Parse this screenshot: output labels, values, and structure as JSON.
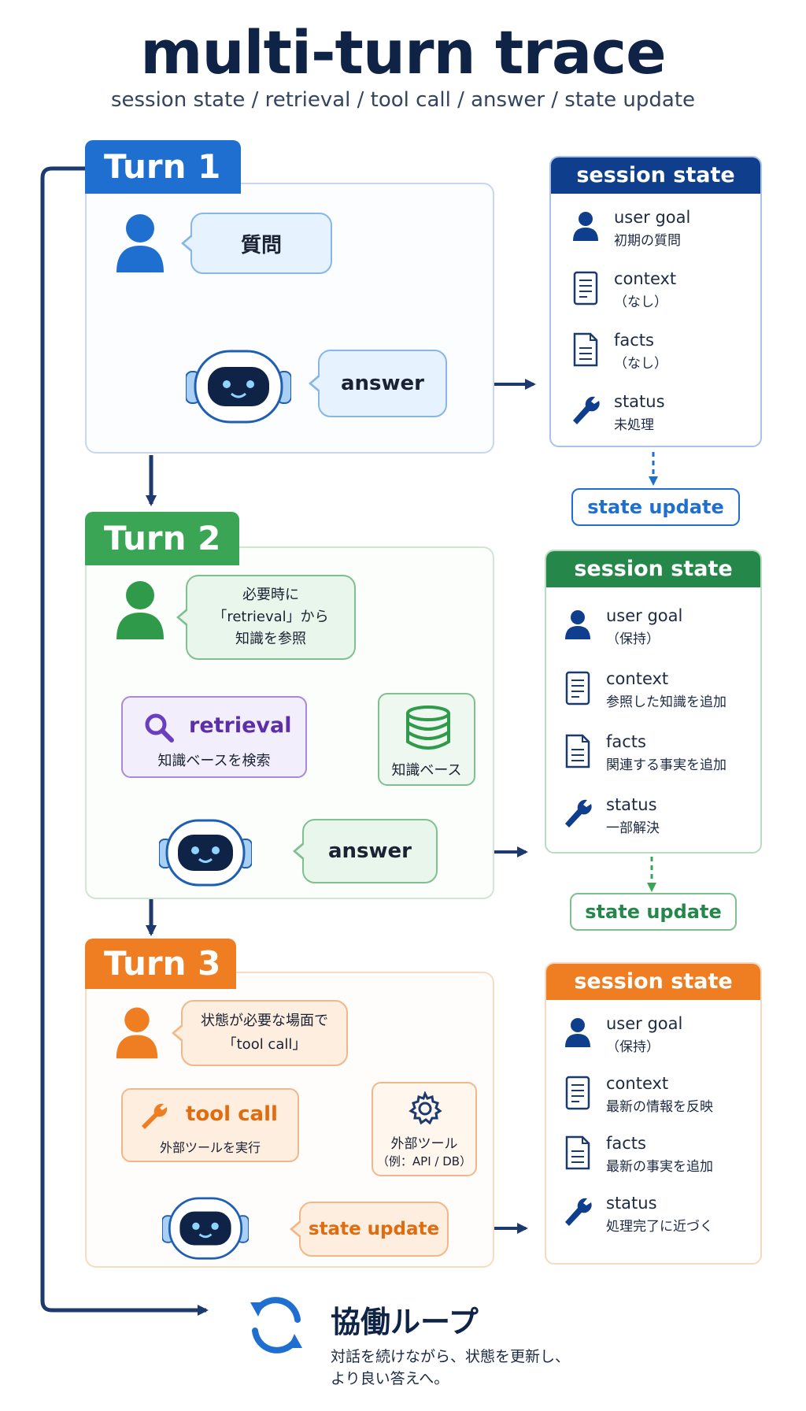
{
  "header": {
    "title": "multi-turn trace",
    "subtitle": "session state / retrieval / tool call / answer / state update"
  },
  "colors": {
    "blue": "#1f6fd1",
    "green": "#3aa655",
    "orange": "#ef7d22",
    "navy": "#0f2347",
    "purple": "#6a3fbf"
  },
  "turn1": {
    "label": "Turn 1",
    "user_bubble": "質問",
    "answer": "answer"
  },
  "turn2": {
    "label": "Turn 2",
    "user_bubble_lines": [
      "必要時に",
      "「retrieval」から",
      "知識を参照"
    ],
    "retrieval_title": "retrieval",
    "retrieval_desc": "知識ベースを検索",
    "kb_label": "知識ベース",
    "answer": "answer"
  },
  "turn3": {
    "label": "Turn 3",
    "user_bubble_lines": [
      "状態が必要な場面で",
      "「tool call」"
    ],
    "tool_title": "tool call",
    "tool_desc": "外部ツールを実行",
    "ext_tool_lines": [
      "外部ツール",
      "（例：API / DB）"
    ],
    "answer": "state update"
  },
  "state1": {
    "title": "session state",
    "rows": [
      {
        "key": "user goal",
        "value": "初期の質問",
        "icon": "user-icon"
      },
      {
        "key": "context",
        "value": "（なし）",
        "icon": "document-icon"
      },
      {
        "key": "facts",
        "value": "（なし）",
        "icon": "file-icon"
      },
      {
        "key": "status",
        "value": "未処理",
        "icon": "wrench-icon"
      }
    ]
  },
  "state2": {
    "title": "session state",
    "rows": [
      {
        "key": "user goal",
        "value": "（保持）",
        "icon": "user-icon"
      },
      {
        "key": "context",
        "value": "参照した知識を追加",
        "icon": "document-icon"
      },
      {
        "key": "facts",
        "value": "関連する事実を追加",
        "icon": "file-icon"
      },
      {
        "key": "status",
        "value": "一部解決",
        "icon": "wrench-icon"
      }
    ]
  },
  "state3": {
    "title": "session state",
    "rows": [
      {
        "key": "user goal",
        "value": "（保持）",
        "icon": "user-icon"
      },
      {
        "key": "context",
        "value": "最新の情報を反映",
        "icon": "document-icon"
      },
      {
        "key": "facts",
        "value": "最新の事実を追加",
        "icon": "file-icon"
      },
      {
        "key": "status",
        "value": "処理完了に近づく",
        "icon": "wrench-icon"
      }
    ]
  },
  "state_update_1": "state update",
  "state_update_2": "state update",
  "loop": {
    "title": "協働ループ",
    "desc_lines": [
      "対話を続けながら、状態を更新し、",
      "より良い答えへ。"
    ]
  }
}
